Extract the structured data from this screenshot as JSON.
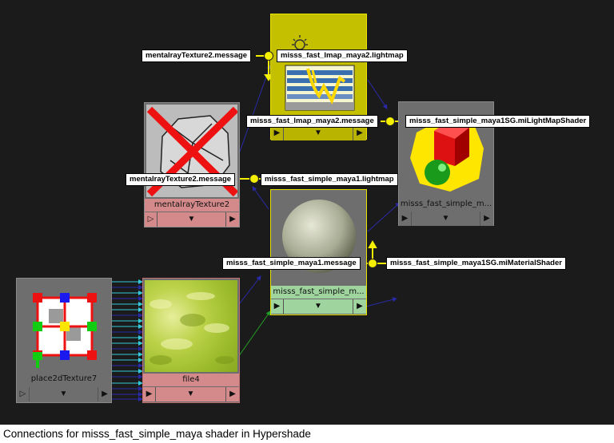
{
  "caption": "Connections for misss_fast_simple_maya shader in Hypershade",
  "nodes": {
    "mentalray_texture": {
      "label": "mentalrayTexture2",
      "b1": "▷",
      "b2": "▼",
      "b3": "▶"
    },
    "lmap": {
      "label": "",
      "b1": "▶",
      "b2": "▼",
      "b3": "▶"
    },
    "shading_group": {
      "label": "misss_fast_simple_m...",
      "b1": "▶",
      "b2": "▼",
      "b3": "▶"
    },
    "simple_maya": {
      "label": "misss_fast_simple_m...",
      "b1": "▶",
      "b2": "▼",
      "b3": "▶"
    },
    "place2d": {
      "label": "place2dTexture7",
      "b1": "▷",
      "b2": "▼",
      "b3": "▶"
    },
    "file": {
      "label": "file4",
      "b1": "▶",
      "b2": "▼",
      "b3": "▶"
    }
  },
  "callouts": {
    "mr_msg_top": "mentalrayTexture2.message",
    "lmap_lightmap": "misss_fast_lmap_maya2.lightmap",
    "lmap_message": "misss_fast_lmap_maya2.message",
    "sg_lightmap_shader": "misss_fast_simple_maya1SG.miLightMapShader",
    "mr_msg_mid": "mentalrayTexture2.message",
    "simple_lightmap": "misss_fast_simple_maya1.lightmap",
    "simple_message": "misss_fast_simple_maya1.message",
    "sg_material_shader": "misss_fast_simple_maya1SG.miMaterialShader"
  },
  "colors": {
    "background": "#1b1b1b",
    "node_grey": "#6e6e6e",
    "node_pink": "#d48a8a",
    "node_olive": "#c4c000",
    "node_green": "#9fd49f",
    "highlight_yellow": "#f5f000",
    "wire_blue": "#2a2aa8",
    "wire_cyan": "#35c8d8",
    "wire_green": "#22a022"
  },
  "icons": {
    "lmap_swatch": "lightmap-sun-chart-icon",
    "mr_swatch": "disabled-texture-red-x-icon",
    "sg_swatch": "shading-group-cube-sphere-icon",
    "simple_swatch": "shaded-sphere-icon",
    "place2d_swatch": "uv-placement-grid-icon",
    "file_swatch": "green-grass-texture-icon"
  }
}
